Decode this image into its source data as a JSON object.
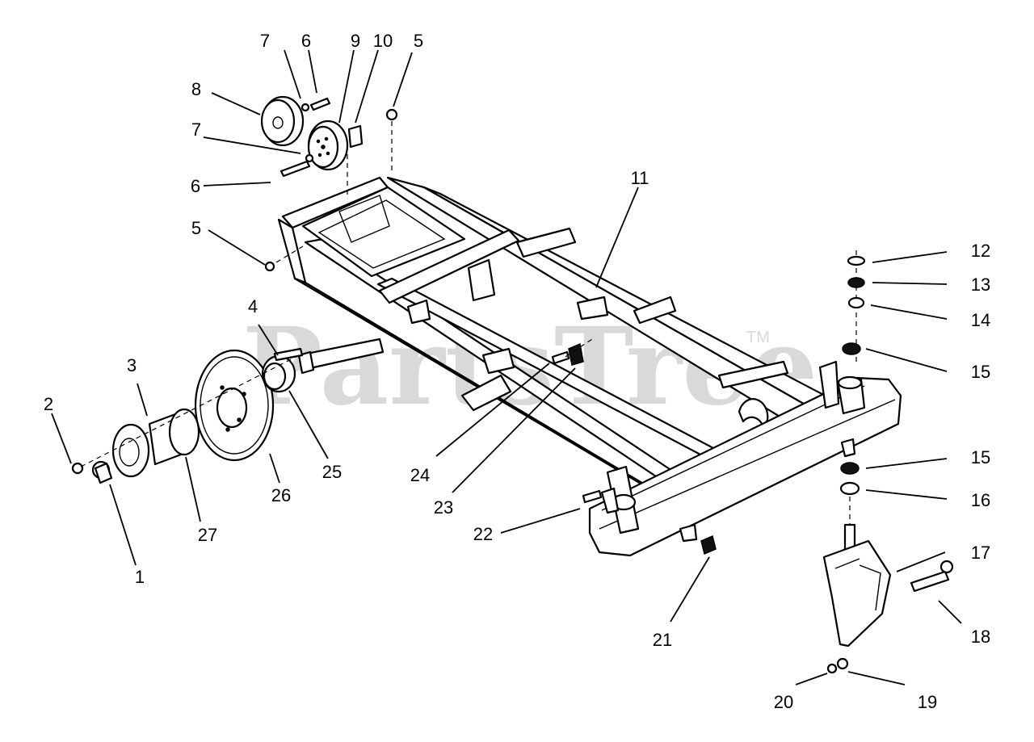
{
  "watermark": {
    "text": "PartsTree",
    "trademark": "TM"
  },
  "callouts": [
    "1",
    "2",
    "3",
    "4",
    "5",
    "5",
    "6",
    "6",
    "7",
    "7",
    "8",
    "9",
    "10",
    "11",
    "12",
    "13",
    "14",
    "15",
    "15",
    "16",
    "17",
    "18",
    "19",
    "20",
    "21",
    "22",
    "23",
    "24",
    "25",
    "26",
    "27"
  ],
  "colors": {
    "line": "#000000",
    "background": "#ffffff",
    "watermark": "#d9d9d9"
  }
}
